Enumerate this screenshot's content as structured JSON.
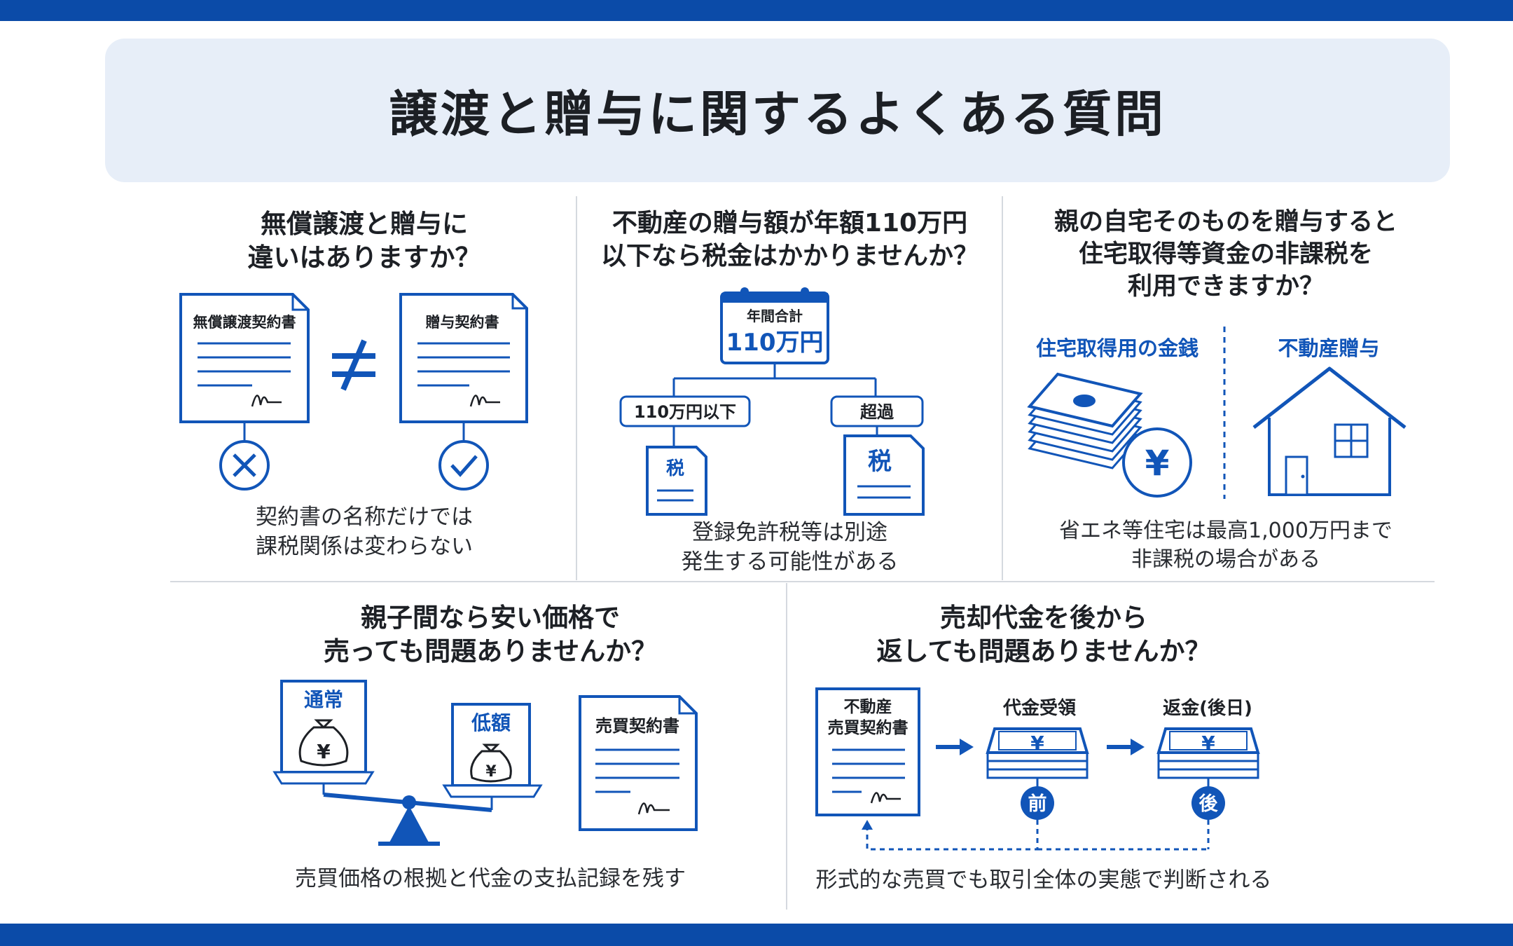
{
  "title": "譲渡と贈与に関するよくある質問",
  "colors": {
    "accent": "#1155b8",
    "frame": "#0b4ba8",
    "title_bg": "#e7eef8"
  },
  "panel1": {
    "question_line1": "無償譲渡と贈与に",
    "question_line2": "違いはありますか？",
    "doc_left": "無償譲渡契約書",
    "doc_right": "贈与契約書",
    "caption_line1": "契約書の名称だけでは",
    "caption_line2": "課税関係は変わらない",
    "icons": [
      "document-icon",
      "not-equal-icon",
      "cross-icon",
      "check-icon"
    ]
  },
  "panel2": {
    "question_line1": "不動産の贈与額が年額110万円",
    "question_line2": "以下なら税金はかかりませんか？",
    "calendar_label": "年間合計",
    "calendar_value": "110万円",
    "branch_left": "110万円以下",
    "branch_right": "超過",
    "tax_small": "税",
    "tax_large": "税",
    "caption_line1": "登録免許税等は別途",
    "caption_line2": "発生する可能性がある",
    "icons": [
      "calendar-icon",
      "tax-document-icon"
    ]
  },
  "panel3": {
    "question_line1": "親の自宅そのものを贈与すると",
    "question_line2": "住宅取得等資金の非課税を",
    "question_line3": "利用できますか？",
    "label_left": "住宅取得用の金銭",
    "label_right": "不動産贈与",
    "yen": "¥",
    "caption_line1": "省エネ等住宅は最高1,000万円まで",
    "caption_line2": "非課税の場合がある",
    "icons": [
      "money-stack-icon",
      "yen-coin-icon",
      "house-icon"
    ]
  },
  "panel4": {
    "question_line1": "親子間なら安い価格で",
    "question_line2": "売っても問題ありませんか？",
    "card_normal": "通常",
    "card_low": "低額",
    "yen": "¥",
    "doc": "売買契約書",
    "caption": "売買価格の根拠と代金の支払記録を残す",
    "icons": [
      "balance-scale-icon",
      "money-bag-icon",
      "document-icon"
    ]
  },
  "panel5": {
    "question_line1": "売却代金を後から",
    "question_line2": "返しても問題ありませんか？",
    "doc_line1": "不動産",
    "doc_line2": "売買契約書",
    "step1": "代金受領",
    "step2": "返金(後日)",
    "badge_before": "前",
    "badge_after": "後",
    "yen": "¥",
    "caption": "形式的な売買でも取引全体の実態で判断される",
    "icons": [
      "document-icon",
      "arrow-right-icon",
      "money-stack-icon"
    ]
  }
}
